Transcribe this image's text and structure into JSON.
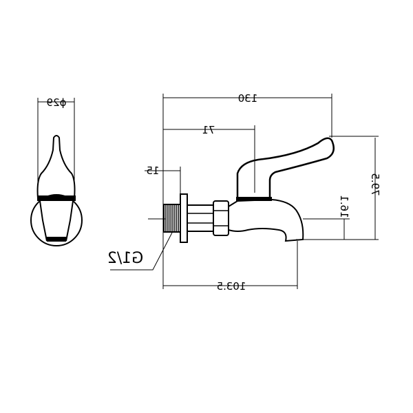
{
  "drawing": {
    "diameter_label": "ϕ29",
    "overall_length_label": "130",
    "handle_offset_label": "71",
    "thread_length_label": "15",
    "thread_spec_label": "G1/2",
    "spout_length_label": "103.5",
    "spout_height_label": "16.1",
    "overall_height_label": "79.5",
    "line_color": "#000000"
  }
}
